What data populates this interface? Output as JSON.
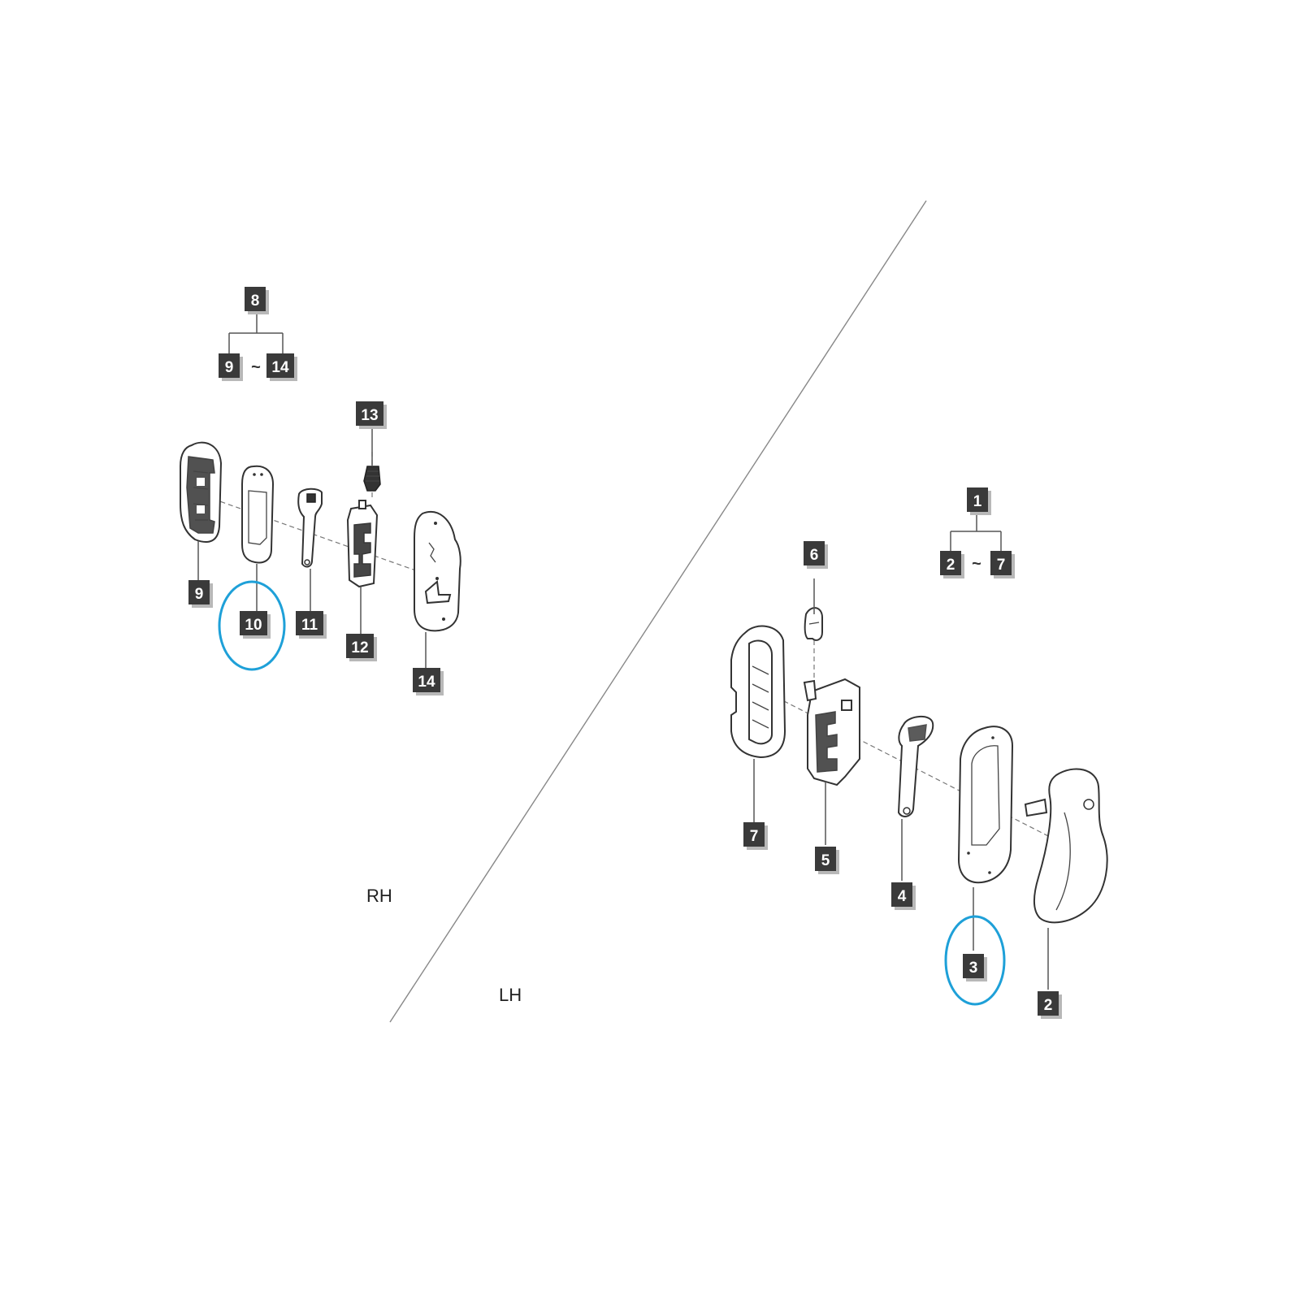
{
  "callouts": {
    "c1": "1",
    "c2": "2",
    "c3": "3",
    "c4": "4",
    "c5": "5",
    "c6": "6",
    "c7": "7",
    "c8": "8",
    "c9": "9",
    "c10": "10",
    "c11": "11",
    "c12": "12",
    "c13": "13",
    "c14": "14",
    "group_rh_from": "9",
    "group_rh_to": "14",
    "group_lh_from": "2",
    "group_lh_to": "7"
  },
  "range_separator": "~",
  "side_labels": {
    "rh": "RH",
    "lh": "LH"
  },
  "highlighted_parts": [
    "10",
    "3"
  ],
  "colors": {
    "highlight": "#1ea0d8",
    "callout_bg": "#3a3a3a",
    "line": "#333333"
  }
}
